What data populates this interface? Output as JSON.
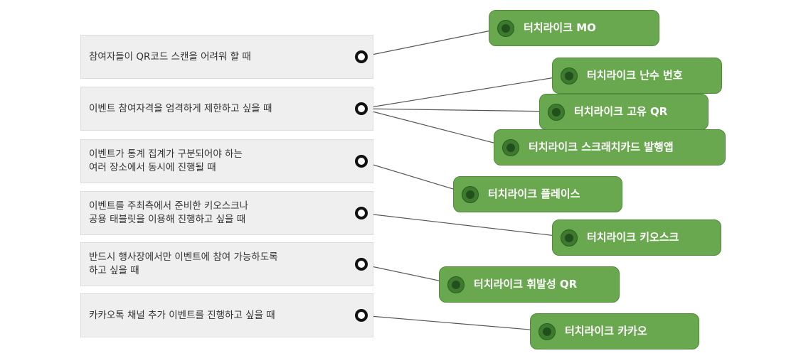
{
  "scenarios": [
    {
      "text": "참여자들이 QR코드 스캔을 어려워 할 때"
    },
    {
      "text": "이벤트 참여자격을 엄격하게 제한하고 싶을 때"
    },
    {
      "text": "이벤트가 통계 집계가 구분되어야 하는\n여러 장소에서 동시에 진행될 때"
    },
    {
      "text": "이벤트를 주최측에서 준비한 키오스크나\n공용 태블릿을 이용해 진행하고 싶을 때"
    },
    {
      "text": "반드시 행사장에서만 이벤트에 참여 가능하도록\n하고 싶을 때"
    },
    {
      "text": "카카오톡 채널 추가 이벤트를 진행하고 싶을 때"
    }
  ],
  "products": [
    {
      "label": "터치라이크 MO"
    },
    {
      "label": "터치라이크 난수 번호"
    },
    {
      "label": "터치라이크 고유 QR"
    },
    {
      "label": "터치라이크 스크래치카드 발행앱"
    },
    {
      "label": "터치라이크 플레이스"
    },
    {
      "label": "터치라이크 키오스크"
    },
    {
      "label": "터치라이크 휘발성 QR"
    },
    {
      "label": "터치라이크 카카오"
    }
  ],
  "links": [
    {
      "scenario": 0,
      "product": 0
    },
    {
      "scenario": 1,
      "product": 1
    },
    {
      "scenario": 1,
      "product": 2
    },
    {
      "scenario": 1,
      "product": 3
    },
    {
      "scenario": 2,
      "product": 4
    },
    {
      "scenario": 3,
      "product": 5
    },
    {
      "scenario": 4,
      "product": 6
    },
    {
      "scenario": 5,
      "product": 7
    }
  ],
  "colors": {
    "product_fill": "#6aa84f",
    "product_border": "#4f8b3a",
    "connector": "#555555",
    "scenario_fill": "#efefef"
  }
}
